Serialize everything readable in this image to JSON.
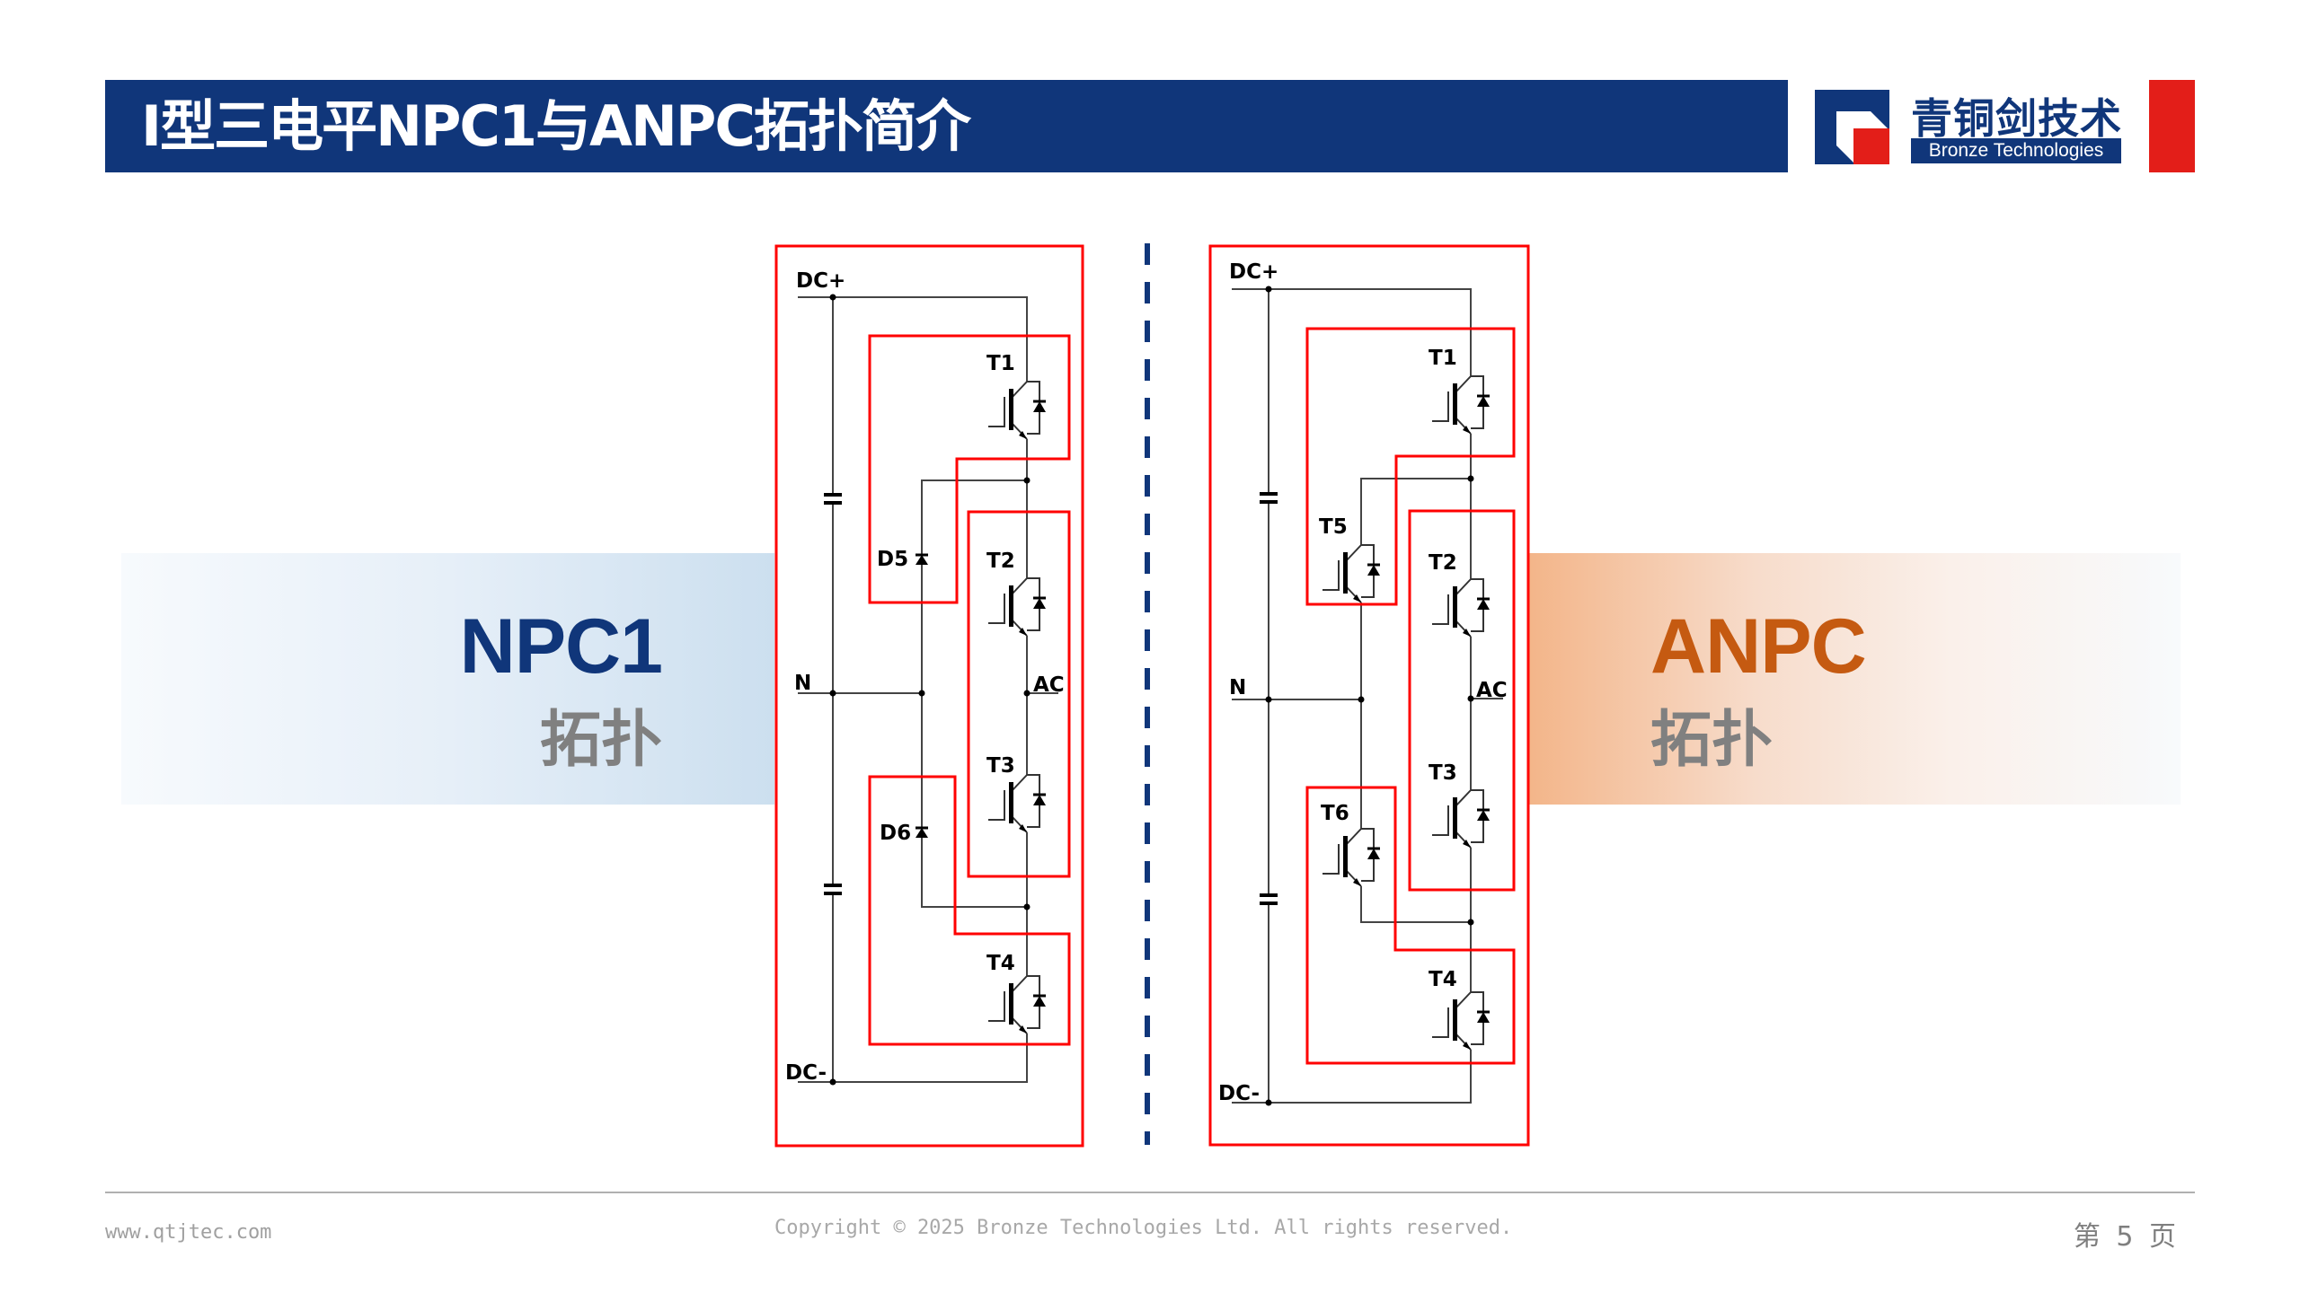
{
  "header": {
    "title": "I型三电平NPC1与ANPC拓扑简介"
  },
  "logo": {
    "name_cn": "青铜剑技术",
    "name_en": "Bronze Technologies",
    "icon": "bronze-logo-icon",
    "colors": {
      "blue": "#10367A",
      "red": "#E31E19"
    }
  },
  "banners": {
    "npc1": {
      "title": "NPC1",
      "subtitle": "拓扑",
      "color": "#10367A"
    },
    "anpc": {
      "title": "ANPC",
      "subtitle": "拓扑",
      "color": "#C55A11"
    }
  },
  "circuits": {
    "npc1": {
      "labels": {
        "dc_plus": "DC+",
        "dc_minus": "DC-",
        "neutral": "N",
        "ac": "AC"
      },
      "switches": [
        "T1",
        "T2",
        "T3",
        "T4"
      ],
      "clamp_diodes": [
        "D5",
        "D6"
      ]
    },
    "anpc": {
      "labels": {
        "dc_plus": "DC+",
        "dc_minus": "DC-",
        "neutral": "N",
        "ac": "AC"
      },
      "switches": [
        "T1",
        "T2",
        "T3",
        "T4"
      ],
      "clamp_switches": [
        "T5",
        "T6"
      ]
    },
    "highlight_color": "#FF0000",
    "divider_color": "#10367A"
  },
  "footer": {
    "website": "www.qtjtec.com",
    "copyright": "Copyright © 2025 Bronze Technologies Ltd. All rights reserved.",
    "page": "第 5 页"
  }
}
